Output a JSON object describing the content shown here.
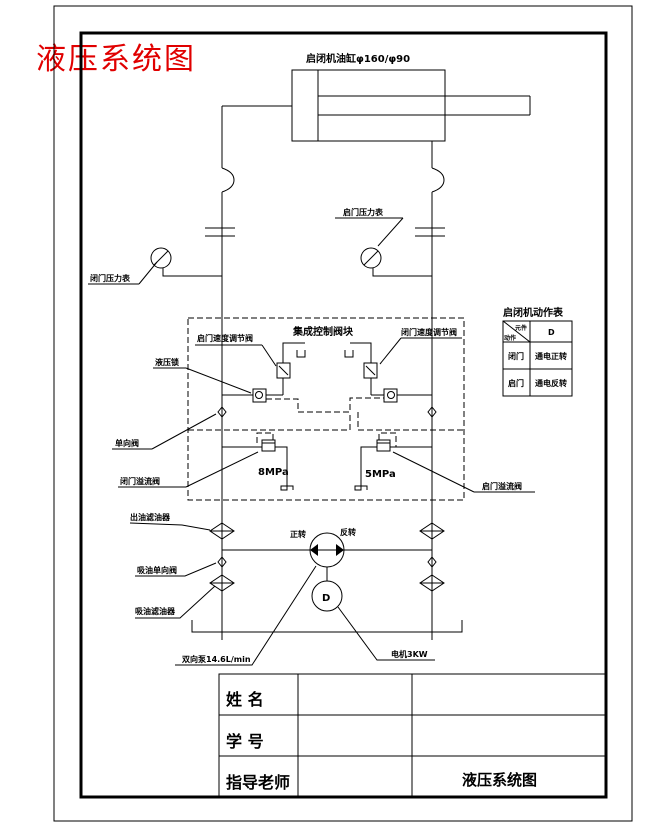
{
  "document": {
    "big_title": "液压系统图",
    "cylinder_label": "启闭机油缸φ160/φ90",
    "integrated_block_label": "集成控制阀块",
    "labels": {
      "close_gauge": "闭门压力表",
      "open_gauge": "启门压力表",
      "open_throttle": "启门速度调节阀",
      "close_throttle": "闭门速度调节阀",
      "hydraulic_lock": "液压锁",
      "check_valve": "单向阀",
      "close_relief": "闭门溢流阀",
      "open_relief": "启门溢流阀",
      "relief_close_pressure": "8MPa",
      "relief_open_pressure": "5MPa",
      "return_filter": "出油滤油器",
      "suction_check": "吸油单向阀",
      "suction_filter": "吸油滤油器",
      "pump": "双向泵14.6L/min",
      "motor": "电机3KW",
      "forward": "正转",
      "reverse": "反转",
      "motor_symbol": "D"
    },
    "action_table": {
      "title": "启闭机动作表",
      "header_diag_top": "元件",
      "header_diag_bottom": "动作",
      "header_col": "D",
      "rows": [
        {
          "action": "闭门",
          "value": "通电正转"
        },
        {
          "action": "启门",
          "value": "通电反转"
        }
      ]
    },
    "title_block": {
      "name_label": "姓  名",
      "id_label": "学  号",
      "advisor_label": "指导老师",
      "drawing_title": "液压系统图"
    }
  }
}
